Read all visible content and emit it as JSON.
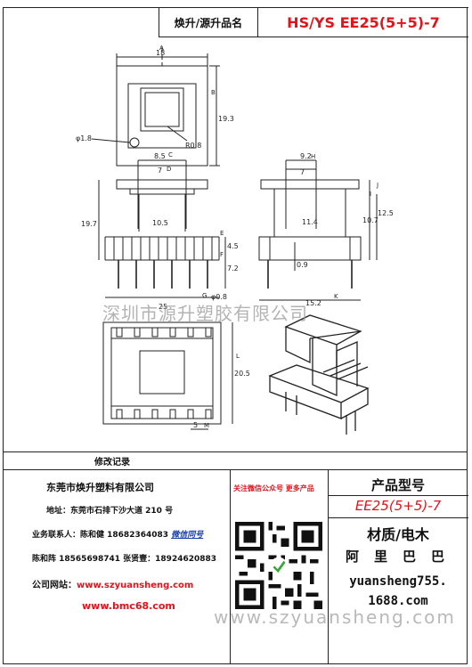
{
  "header": {
    "label": "焕升/源升品名",
    "value": "HS/YS EE25(5+5)-7"
  },
  "dimensions": {
    "top_width": "18",
    "top_height": "19.3",
    "top_radius": "R0.8",
    "top_hole": "φ1.8",
    "front_inner": "8.5",
    "front_slot": "7",
    "front_body": "10.5",
    "front_total_height": "19.7",
    "front_pin_gap": "4.5",
    "front_pin_len": "7.2",
    "front_pin_dia": "φ0.8",
    "front_base": "25",
    "side_top": "9.2",
    "side_inner": "7",
    "side_body": "11.4",
    "side_h1": "10.7",
    "side_h2": "12.5",
    "side_pin": "0.9",
    "side_base": "15.2",
    "bottom_height": "20.5",
    "bottom_pitch": "5"
  },
  "markers": {
    "a": "A",
    "b": "B",
    "c": "C",
    "d": "D",
    "e": "E",
    "f": "F",
    "g": "G",
    "h": "H",
    "i": "I",
    "j": "J",
    "k": "K",
    "l": "L",
    "m": "M"
  },
  "watermark": "深圳市源升塑胶有限公司",
  "watermark_url": "www.szyuansheng.com",
  "revision_label": "修改记录",
  "company": {
    "name": "东莞市焕升塑料有限公司",
    "address_label": "地址：",
    "address": "东莞市石排下沙大道 210 号",
    "sales_label": "业务联系人：",
    "sales": "陈和健 18682364083",
    "wechat": "微信同号",
    "contacts": "陈和阵 18565698741 张贤壹：18924620883",
    "site_label": "公司网站：",
    "site": "www.szyuansheng.com",
    "site2": "www.bmc68.com"
  },
  "follow_text": "关注微信公众号 更多产品",
  "product": {
    "type_label": "产品型号",
    "type_value": "EE25(5+5)-7",
    "material": "材质/电木",
    "alibaba": "阿里巴巴",
    "shop_line1": "yuansheng755.",
    "shop_line2": "1688.com"
  },
  "colors": {
    "accent_red": "#e1141b",
    "line": "#222222",
    "link_blue": "#1a3fa8"
  }
}
